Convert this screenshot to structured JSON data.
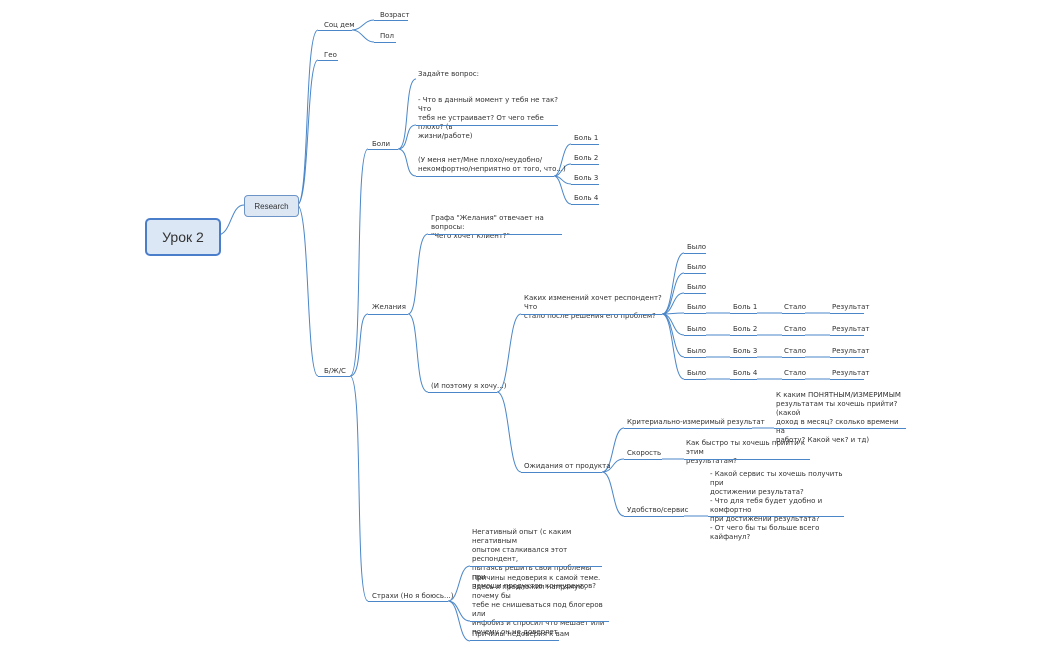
{
  "root": "Урок 2",
  "research": "Research",
  "soc_dem": "Соц дем",
  "age": "Возраст",
  "sex": "Пол",
  "geo": "Гео",
  "bjs": "Б/Ж/С",
  "pains": {
    "label": "Боли",
    "ask": "Задайте вопрос:",
    "question": "- Что в данный момент у тебя не так? Что\nтебя не устраивает? От чего тебе плохо? (в\nжизни/работе)",
    "answer": "(У меня нет/Мне плохо/неудобно/\nнекомфортно/неприятно от того, что...)",
    "items": [
      "Боль 1",
      "Боль 2",
      "Боль 3",
      "Боль 4"
    ]
  },
  "wishes": {
    "label": "Желания",
    "graph": "Графа \"Желания\" отвечает на вопросы:\n\"Чего хочет клиент?\"",
    "and_so": "(И поэтому я хочу...)",
    "changes_q": "Каких изменений хочет респондент? Что\nстало после решения его проблем?",
    "was": "Было",
    "rows": [
      {
        "was": "Было",
        "pain": "Боль 1",
        "became": "Стало",
        "result": "Результат"
      },
      {
        "was": "Было",
        "pain": "Боль 2",
        "became": "Стало",
        "result": "Результат"
      },
      {
        "was": "Было",
        "pain": "Боль 3",
        "became": "Стало",
        "result": "Результат"
      },
      {
        "was": "Было",
        "pain": "Боль 4",
        "became": "Стало",
        "result": "Результат"
      }
    ],
    "expectations": "Ожидания от продукта",
    "criterion": "Критериально-измеримый результат",
    "criterion_q": "К каким ПОНЯТНЫМ/ИЗМЕРИМЫМ\nрезультатам ты хочешь прийти? (какой\nдоход в месяц? сколько времени на\nработу? Какой чек? и тд)",
    "speed": "Скорость",
    "speed_q": "Как быстро ты хочешь прийти к этим\nрезультатам?",
    "comfort": "Удобство/сервис",
    "comfort_q": "- Какой сервис ты хочешь получить при\nдостижении результата?\n- Что для тебя будет удобно и комфортно\nпри достижении результата?\n- От чего бы ты больше всего кайфанул?"
  },
  "fears": {
    "label": "Страхи (Но я боюсь...)",
    "neg": "Негативный опыт (с каким негативным\nопытом сталкивался этот респондент,\nпытаясь решить свои проблемы при\nпомощи продуктов конкурентов?",
    "distrust_topic": "Причины недоверия к самой теме.\nЗдесь я предложил напрямую, почему бы\nтебе не снишеваться под блогеров или\nинфобиз и спросил что мешает или\nпочему он не доверяет",
    "distrust_you": "Причины недоверия к вам"
  }
}
